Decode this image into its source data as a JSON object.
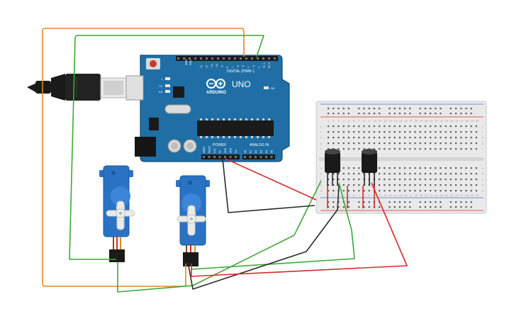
{
  "board": {
    "brand": "ARDUINO",
    "model": "UNO",
    "digital_label": "DIGITAL (PWM~)",
    "power_label": "POWER",
    "analog_label": "ANALOG IN",
    "on_label": "ON",
    "tx_label": "TX",
    "rx_label": "RX",
    "l_label": "L",
    "aref_label": "AREF",
    "gnd_label": "GND",
    "power_pins": [
      "IOREF",
      "RESET",
      "3.3V",
      "5V",
      "GND",
      "GND",
      "Vin"
    ],
    "analog_pins": [
      "A0",
      "A1",
      "A2",
      "A3",
      "A4",
      "A5"
    ],
    "digital_pins": [
      "13",
      "12",
      "~11",
      "~10",
      "~9",
      "8",
      "7",
      "~6",
      "~5",
      "4",
      "~3",
      "2",
      "TX 1",
      "RX 0"
    ]
  },
  "breadboard": {
    "row_letters_top": [
      "j",
      "i",
      "h",
      "g",
      "f"
    ],
    "row_letters_bottom": [
      "e",
      "d",
      "c",
      "b",
      "a"
    ],
    "column_count": 30
  },
  "wire_colors": {
    "orange": "#e08a1e",
    "green": "#3aaa35",
    "red": "#d62b2b",
    "black": "#2b2b2b"
  },
  "components": {
    "servo_count": 2,
    "potentiometer_count": 2,
    "board_color": "#1f6fa6",
    "servo_color": "#2a73c4"
  }
}
